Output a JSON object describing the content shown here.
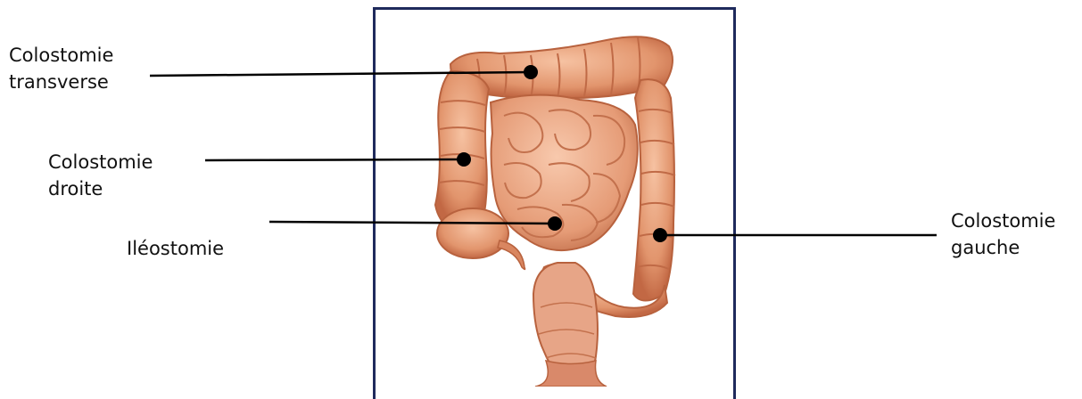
{
  "labels": {
    "transverse": [
      "Colostomie",
      "transverse"
    ],
    "right": [
      "Colostomie",
      "droite"
    ],
    "ileo": [
      "Iléostomie"
    ],
    "left": [
      "Colostomie",
      "gauche"
    ]
  },
  "colors": {
    "frame": "#1f2a5c",
    "leader": "#000000",
    "colon": "#e2956d",
    "colon_shade": "#c9704a",
    "small_intestine": "#eaa27e",
    "small_intestine_shade": "#c97a57",
    "rectum": "#e7a587"
  }
}
